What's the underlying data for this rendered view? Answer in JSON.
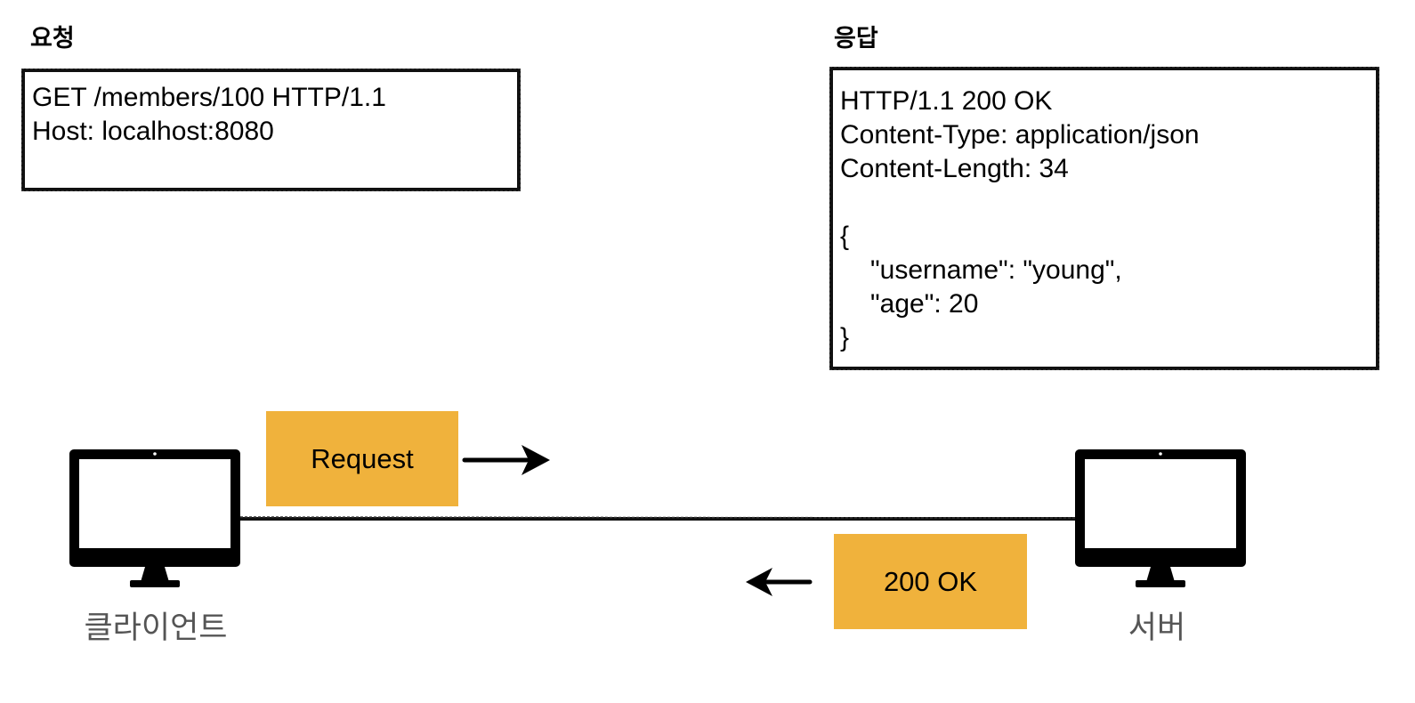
{
  "request": {
    "heading": "요청",
    "lines": [
      "GET /members/100 HTTP/1.1",
      "Host: localhost:8080"
    ]
  },
  "response": {
    "heading": "응답",
    "status_line": "HTTP/1.1 200 OK",
    "headers": [
      "Content-Type: application/json",
      "Content-Length: 34"
    ],
    "body_open": "{",
    "body_fields": [
      "\"username\": \"young\",",
      "\"age\": 20"
    ],
    "body_close": "}"
  },
  "flow": {
    "request_tag": "Request",
    "response_tag": "200 OK",
    "tag_color": "#f0b23c"
  },
  "nodes": {
    "client": {
      "label": "클라이언트",
      "icon": "monitor-icon"
    },
    "server": {
      "label": "서버",
      "icon": "monitor-icon"
    }
  }
}
